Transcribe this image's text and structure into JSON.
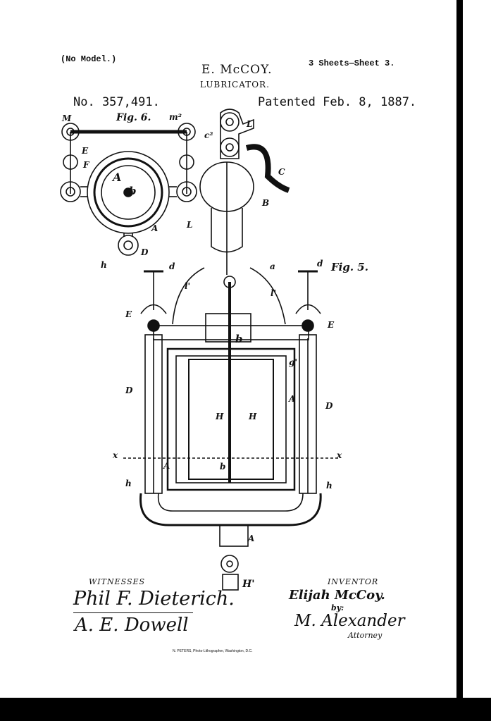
{
  "header": {
    "model_note": "(No Model.)",
    "sheets": "3 Sheets—Sheet 3.",
    "inventor_name": "E. McCOY.",
    "title": "LUBRICATOR.",
    "patent_number": "No. 357,491.",
    "patent_date": "Patented Feb. 8, 1887."
  },
  "figures": {
    "fig6_label": "Fig. 6.",
    "fig5_label": "Fig. 5.",
    "labels": {
      "A": "A",
      "B": "B",
      "C": "C",
      "D": "D",
      "E": "E",
      "F": "F",
      "H": "H",
      "L": "L",
      "b": "b",
      "d": "d",
      "a": "a",
      "h": "h",
      "x": "x",
      "c2": "c²",
      "l1": "l'",
      "g1": "g'",
      "H1": "H'",
      "M": "M",
      "m2": "m²"
    }
  },
  "signatures": {
    "witnesses_label": "WITNESSES",
    "witness1": "Phil F. Dieterich.",
    "witness2": "A. E. Dowell",
    "inventor_label": "INVENTOR",
    "inventor": "Elijah McCoy.",
    "by": "by:",
    "attorney_name": "M. Alexander",
    "attorney_label": "Attorney"
  },
  "footer": {
    "printer": "N. PETERS, Photo-Lithographer, Washington, D.C."
  }
}
